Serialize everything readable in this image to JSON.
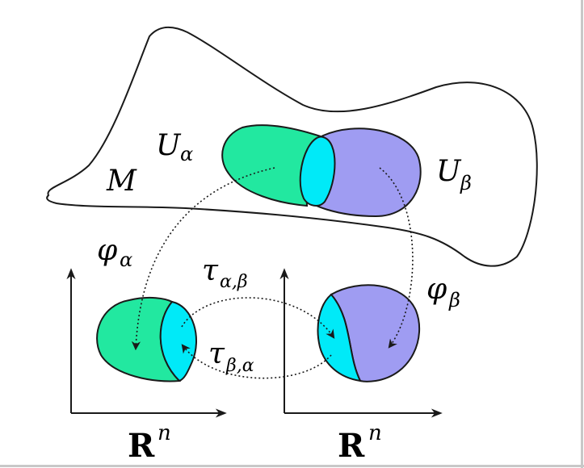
{
  "labels": {
    "manifold": "M",
    "u_alpha_main": "U",
    "u_alpha_sub": "α",
    "u_beta_main": "U",
    "u_beta_sub": "β",
    "phi_alpha_main": "φ",
    "phi_alpha_sub": "α",
    "phi_beta_main": "φ",
    "phi_beta_sub": "β",
    "tau_ab_main": "τ",
    "tau_ab_sub": "α,β",
    "tau_ba_main": "τ",
    "tau_ba_sub": "β,α",
    "rn_left_main": "R",
    "rn_left_sup": "n",
    "rn_right_main": "R",
    "rn_right_sup": "n"
  },
  "colors": {
    "green_region": "#22e8a0",
    "purple_region": "#9f9cf2",
    "overlap_cyan": "#00eaf8",
    "stroke": "#1a1a1a",
    "background": "#ffffff",
    "frame_border": "#c8c8c8"
  }
}
